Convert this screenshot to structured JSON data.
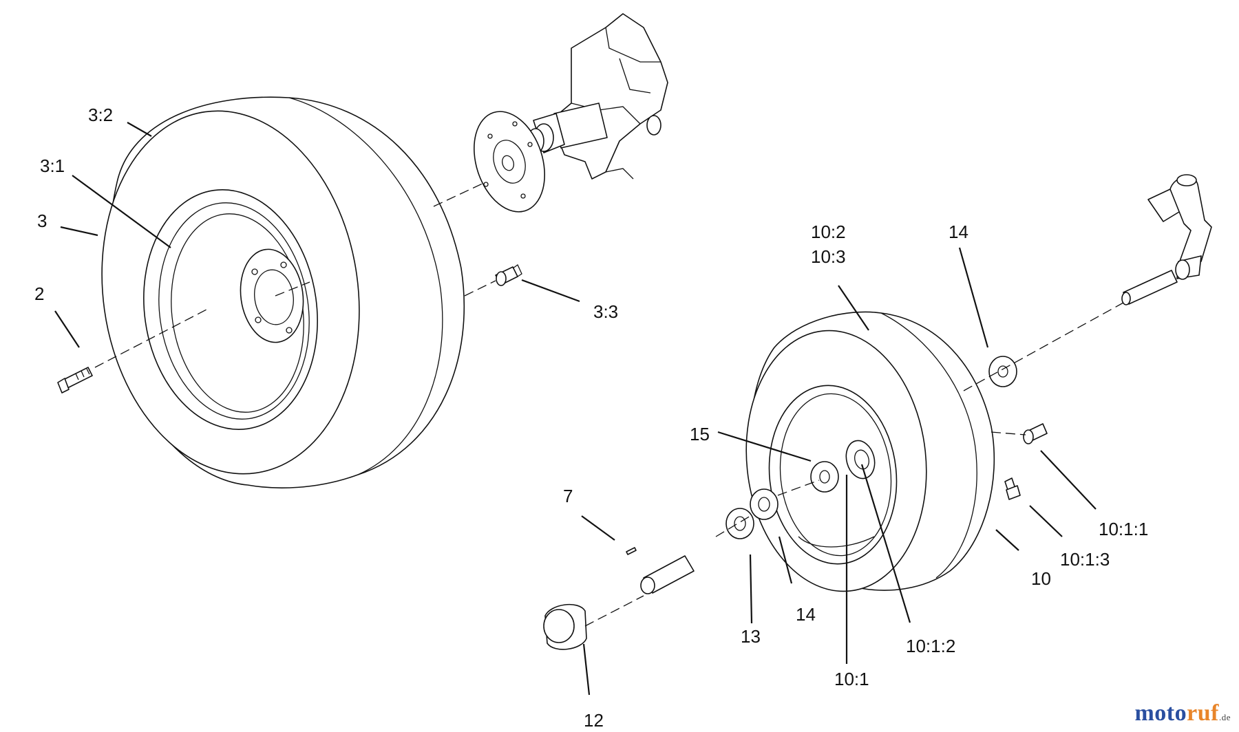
{
  "callouts": {
    "c_3_2": "3:2",
    "c_3_1": "3:1",
    "c_3": "3",
    "c_2": "2",
    "c_3_3": "3:3",
    "c_10_2": "10:2",
    "c_10_3": "10:3",
    "c_14_top": "14",
    "c_15": "15",
    "c_7": "7",
    "c_10_1_1": "10:1:1",
    "c_10_1_3": "10:1:3",
    "c_10": "10",
    "c_13": "13",
    "c_14_bottom": "14",
    "c_10_1_2": "10:1:2",
    "c_10_1": "10:1",
    "c_12": "12"
  },
  "watermark": {
    "part1": "moto",
    "part2": "ruf",
    "suffix": ".de"
  },
  "colors": {
    "line": "#111111",
    "watermark_blue": "#2a4fa0",
    "watermark_orange": "#e8852a"
  }
}
